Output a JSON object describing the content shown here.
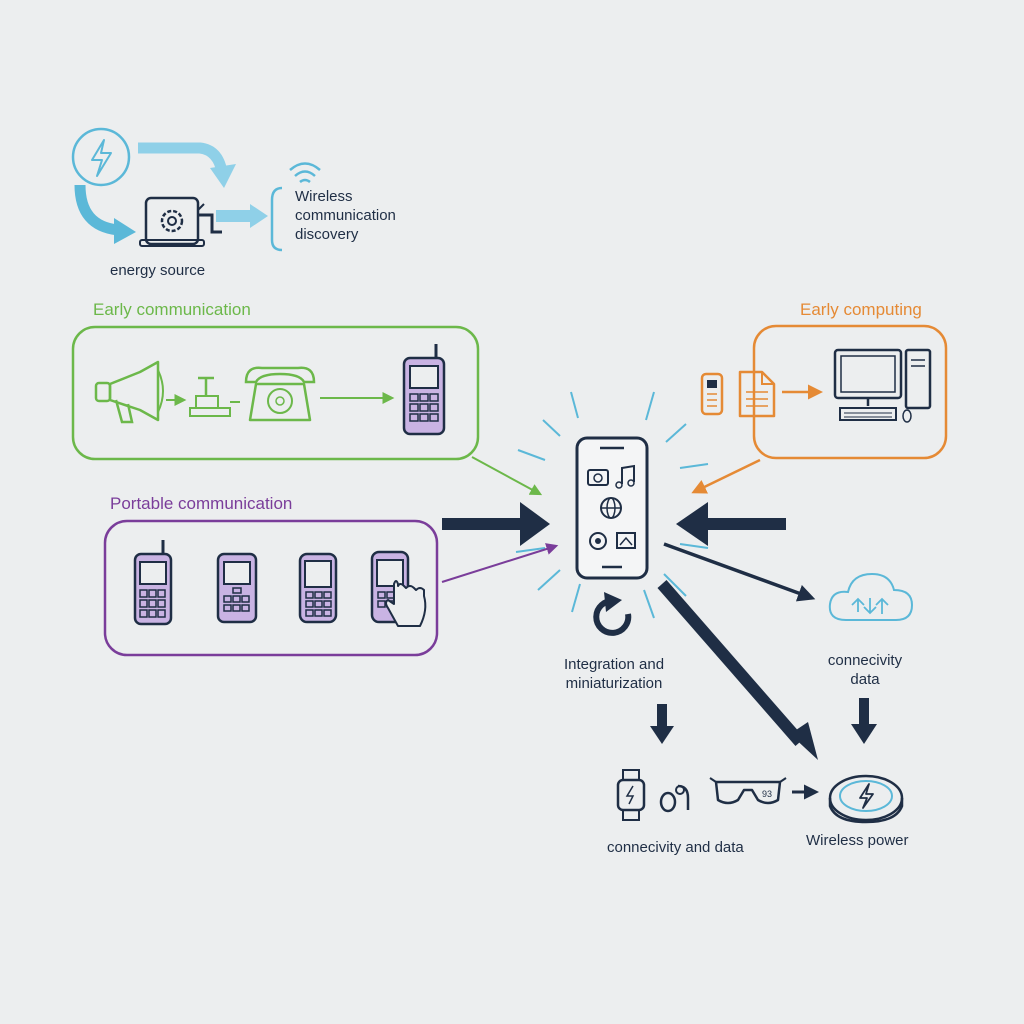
{
  "labels": {
    "energy_source": "energy source",
    "wireless_discovery_line1": "Wireless",
    "wireless_discovery_line2": "communication",
    "wireless_discovery_line3": "discovery",
    "early_communication": "Early communication",
    "early_computing": "Early computing",
    "portable_communication": "Portable communication",
    "integration_line1": "Integration and",
    "integration_line2": "miniaturization",
    "cloud_line1": "connecivity",
    "cloud_line2": "data",
    "wearables": "connecivity and data",
    "wireless_power": "Wireless power",
    "glasses_text": "93"
  },
  "colors": {
    "background": "#eceeef",
    "navy": "#1f2e45",
    "cyan": "#5bb8d8",
    "green": "#6cb84a",
    "purple": "#7a3d9a",
    "purple_fill": "#c9b3e3",
    "orange": "#e58a35"
  },
  "icons": [
    "lightning-icon",
    "hand-crank-generator-icon",
    "wifi-icon",
    "megaphone-icon",
    "telegraph-key-icon",
    "rotary-phone-icon",
    "mobile-phone-icon",
    "smartphone-icon",
    "refresh-icon",
    "cloud-icon",
    "smartwatch-icon",
    "earbuds-icon",
    "smart-glasses-icon",
    "wireless-charger-icon",
    "desktop-computer-icon",
    "document-icon",
    "punch-card-icon"
  ]
}
